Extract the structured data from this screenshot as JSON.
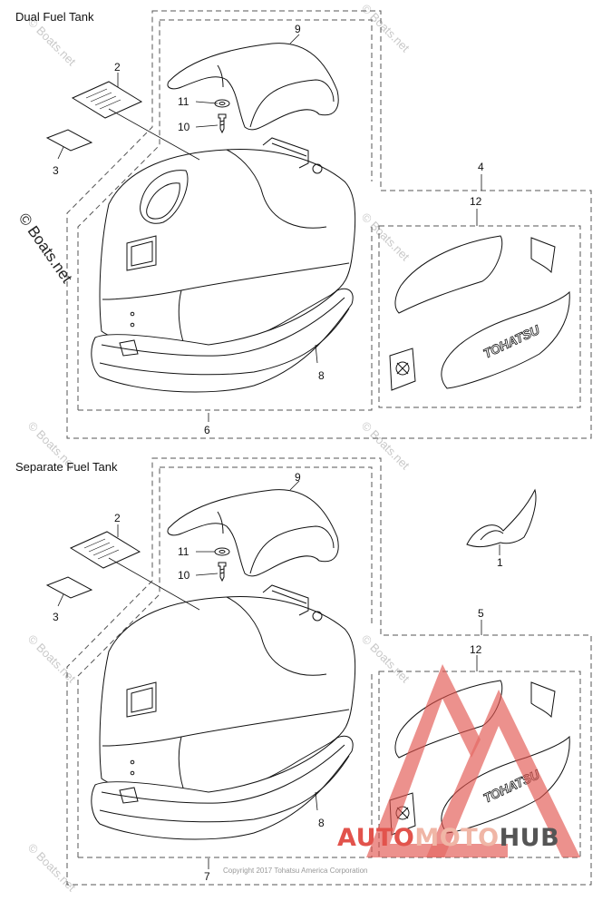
{
  "sections": [
    {
      "title": "Dual Fuel Tank"
    },
    {
      "title": "Separate Fuel Tank"
    }
  ],
  "callouts": {
    "top": {
      "c9": "9",
      "c2": "2",
      "c11": "11",
      "c10": "10",
      "c3": "3",
      "c4": "4",
      "c12": "12",
      "c8": "8",
      "c6": "6"
    },
    "bottom": {
      "c9": "9",
      "c2": "2",
      "c11": "11",
      "c10": "10",
      "c3": "3",
      "c1": "1",
      "c5": "5",
      "c12": "12",
      "c8": "8",
      "c7": "7"
    }
  },
  "decal_text": "TOHATSU",
  "copyright": "Copyright 2017 Tohatsu America Corporation",
  "watermark": {
    "side": "© Boats.net",
    "tile": "© Boats.net"
  },
  "brand": {
    "part1": "AUTO",
    "part2": "MOTO",
    "part3": "HUB",
    "color1": "#e2534c",
    "color2": "#f0b6a6",
    "color3": "#555555"
  },
  "colors": {
    "line": "#111111",
    "cover_fill": "#ffffff",
    "dash": "#555555",
    "wm": "#c9c9c9"
  }
}
